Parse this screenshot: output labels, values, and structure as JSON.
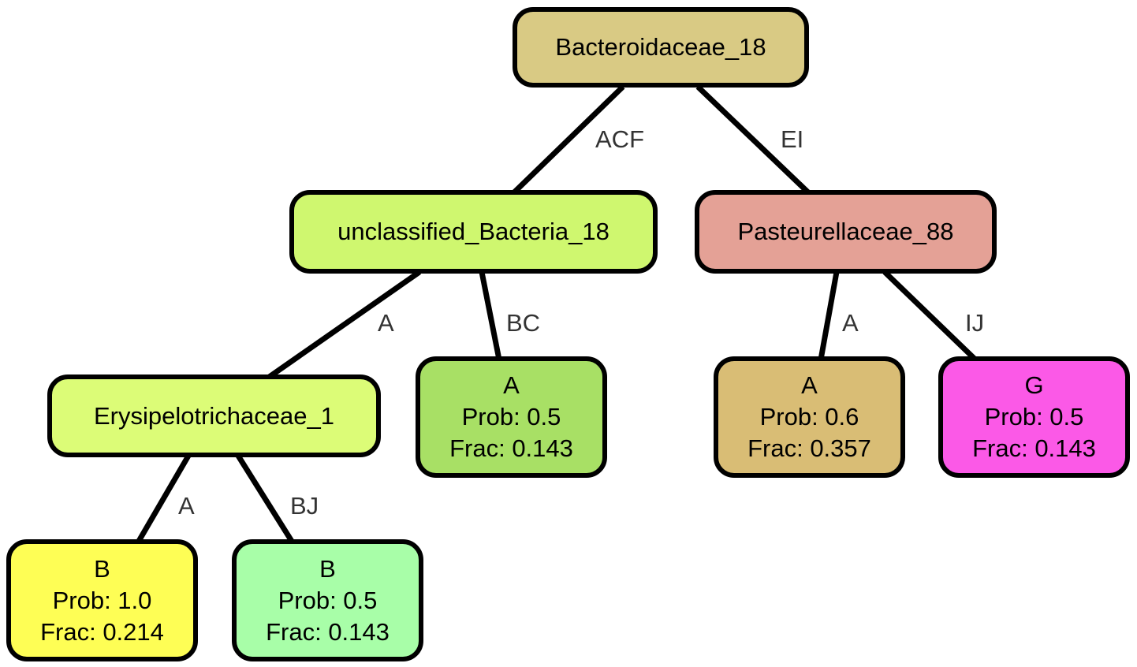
{
  "nodes": {
    "root": {
      "label": "Bacteroidaceae_18",
      "color": "#d9ca84"
    },
    "unclassified": {
      "label": "unclassified_Bacteria_18",
      "color": "#cff76f"
    },
    "pasteurellaceae": {
      "label": "Pasteurellaceae_88",
      "color": "#e4a196"
    },
    "erysipelotrichaceae": {
      "label": "Erysipelotrichaceae_1",
      "color": "#dcfc77"
    },
    "leaf_ucb_a": {
      "label": "A",
      "prob": "Prob: 0.5",
      "frac": "Frac: 0.143",
      "color": "#a8e065"
    },
    "leaf_past_a": {
      "label": "A",
      "prob": "Prob: 0.6",
      "frac": "Frac: 0.357",
      "color": "#d9bd75"
    },
    "leaf_past_g": {
      "label": "G",
      "prob": "Prob: 0.5",
      "frac": "Frac: 0.143",
      "color": "#fb59e7"
    },
    "leaf_ery_b1": {
      "label": "B",
      "prob": "Prob: 1.0",
      "frac": "Frac: 0.214",
      "color": "#fefe55"
    },
    "leaf_ery_b2": {
      "label": "B",
      "prob": "Prob: 0.5",
      "frac": "Frac: 0.143",
      "color": "#a8fea8"
    }
  },
  "edges": {
    "root_unclassified": "ACF",
    "root_pasteurellaceae": "EI",
    "unclassified_erysipelotrichaceae": "A",
    "unclassified_leaf_a": "BC",
    "pasteurellaceae_leaf_a": "A",
    "pasteurellaceae_leaf_g": "IJ",
    "erysipelotrichaceae_leaf_b1": "A",
    "erysipelotrichaceae_leaf_b2": "BJ"
  }
}
